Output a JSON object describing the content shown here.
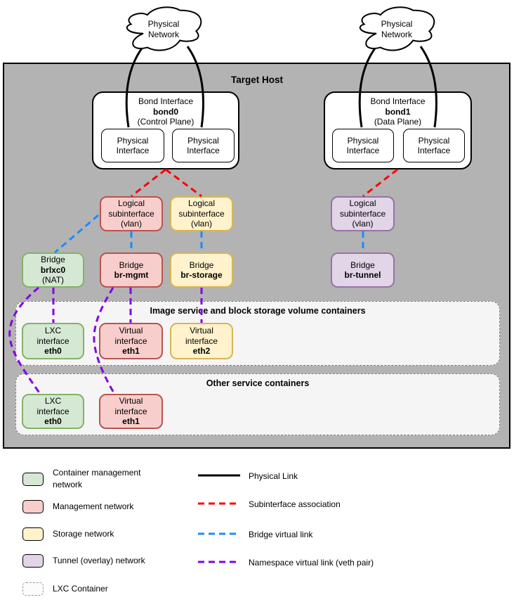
{
  "host": {
    "title": "Target Host",
    "bg_color": "#b3b3b3"
  },
  "clouds": {
    "left": {
      "l1": "Physical",
      "l2": "Network"
    },
    "right": {
      "l1": "Physical",
      "l2": "Network"
    }
  },
  "bonds": {
    "bond0": {
      "l1": "Bond Interface",
      "l2": "bond0",
      "l3": "(Control Plane)"
    },
    "bond1": {
      "l1": "Bond Interface",
      "l2": "bond1",
      "l3": "(Data Plane)"
    }
  },
  "phys_interface": {
    "l1": "Physical",
    "l2": "Interface"
  },
  "subinterfaces": {
    "mgmt": {
      "l1": "Logical",
      "l2": "subinterface",
      "l3": "(vlan)"
    },
    "storage": {
      "l1": "Logical",
      "l2": "subinterface",
      "l3": "(vlan)"
    },
    "tunnel": {
      "l1": "Logical",
      "l2": "subinterface",
      "l3": "(vlan)"
    }
  },
  "bridges": {
    "lxc": {
      "l1": "Bridge",
      "l2": "brlxc0",
      "l3": "(NAT)"
    },
    "mgmt": {
      "l1": "Bridge",
      "l2": "br-mgmt"
    },
    "storage": {
      "l1": "Bridge",
      "l2": "br-storage"
    },
    "tunnel": {
      "l1": "Bridge",
      "l2": "br-tunnel"
    }
  },
  "containers": {
    "image_storage": {
      "title": "Image service and block storage volume containers",
      "ifaces": {
        "eth0": {
          "l1": "LXC",
          "l2": "interface",
          "l3": "eth0"
        },
        "eth1": {
          "l1": "Virtual",
          "l2": "interface",
          "l3": "eth1"
        },
        "eth2": {
          "l1": "Virtual",
          "l2": "interface",
          "l3": "eth2"
        }
      }
    },
    "other": {
      "title": "Other service containers",
      "ifaces": {
        "eth0": {
          "l1": "LXC",
          "l2": "interface",
          "l3": "eth0"
        },
        "eth1": {
          "l1": "Virtual",
          "l2": "interface",
          "l3": "eth1"
        }
      }
    }
  },
  "legend": {
    "swatches": [
      {
        "label": "Container management network",
        "fill": "#d5e8d4",
        "stroke": "#82b366"
      },
      {
        "label": "Management network",
        "fill": "#f8cecc",
        "stroke": "#b85450"
      },
      {
        "label": "Storage network",
        "fill": "#fff2cc",
        "stroke": "#d6b656"
      },
      {
        "label": "Tunnel (overlay) network",
        "fill": "#e1d5e7",
        "stroke": "#9673a6"
      },
      {
        "label": "LXC Container",
        "fill": "#fcfcfc",
        "stroke": "#999999",
        "dashed": true
      }
    ],
    "lines": [
      {
        "label": "Physical Link",
        "color": "#000000",
        "dashed": false
      },
      {
        "label": "Subinterface association",
        "color": "#ff0000",
        "dashed": true
      },
      {
        "label": "Bridge virtual link",
        "color": "#1a8cff",
        "dashed": true
      },
      {
        "label": "Namespace virtual link (veth pair)",
        "color": "#8400e8",
        "dashed": true
      }
    ]
  }
}
